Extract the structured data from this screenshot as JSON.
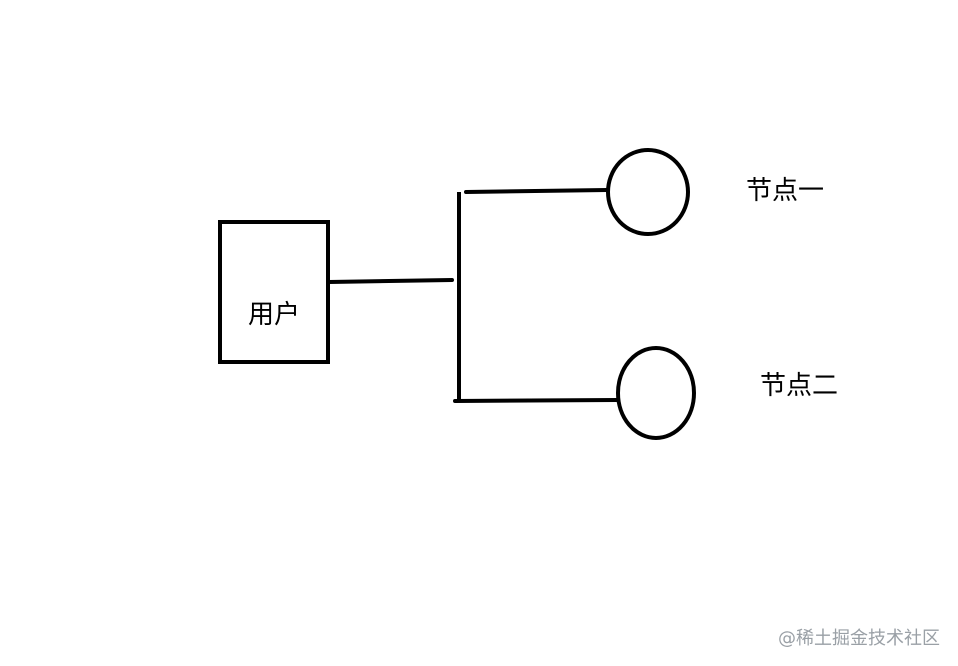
{
  "diagram": {
    "user_box": {
      "label": "用户"
    },
    "nodes": [
      {
        "label": "节点一"
      },
      {
        "label": "节点二"
      }
    ]
  },
  "watermark": "@稀土掘金技术社区"
}
